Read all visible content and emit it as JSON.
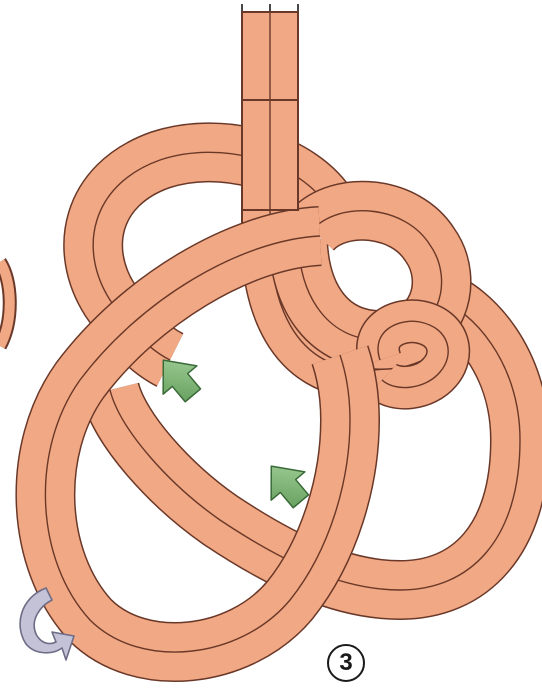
{
  "figure": {
    "step_number": "3",
    "colors": {
      "rope_fill": "#f1a884",
      "rope_outline": "#6a3828",
      "guide_arrow_fill": "#82b87a",
      "guide_arrow_outline": "#3a6a38",
      "rotate_arrow_fill": "#c4c2d6",
      "rotate_arrow_outline": "#6e6c86",
      "background": "#ffffff"
    },
    "icons": [
      "green-direction-arrow",
      "rotate-arrow"
    ]
  }
}
